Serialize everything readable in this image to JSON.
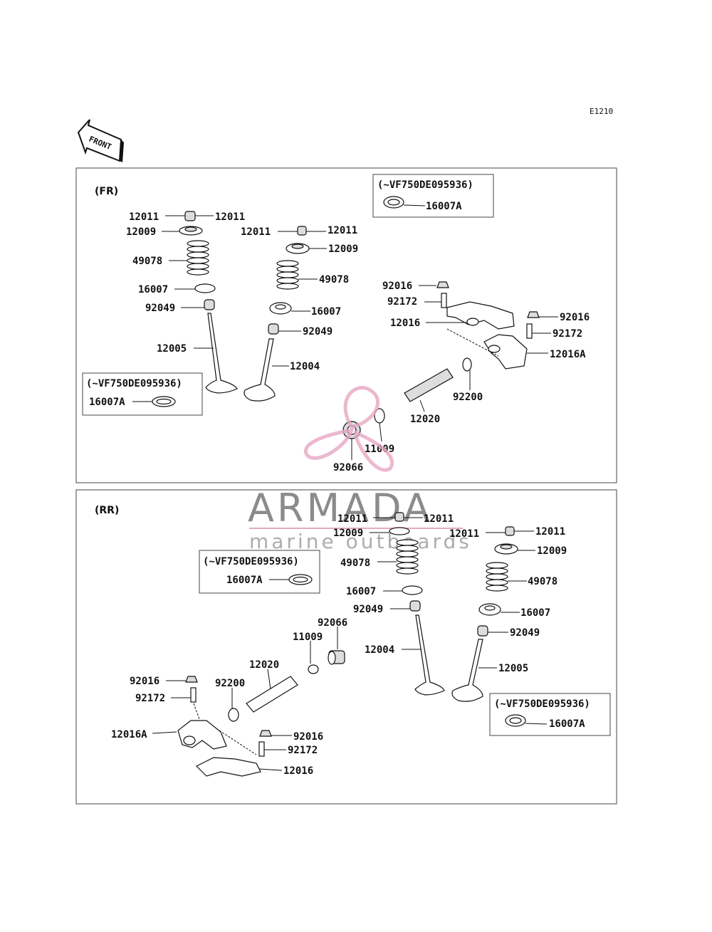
{
  "diagram_code": "E1210",
  "front_arrow_label": "FRONT",
  "watermark": {
    "brand": "ARMADA",
    "tagline": "marine outboards",
    "accent_color": "#e7a8c4"
  },
  "sections": {
    "fr": {
      "title": "(FR)",
      "labels": {
        "l12011a": "12011",
        "l12011b": "12011",
        "l12009a": "12009",
        "l49078a": "49078",
        "l16007a": "16007",
        "l92049a": "92049",
        "l12005": "12005",
        "l12011c": "12011",
        "l12011d": "12011",
        "l12009b": "12009",
        "l49078b": "49078",
        "l16007b": "16007",
        "l92049b": "92049",
        "l12004": "12004",
        "l92016a": "92016",
        "l92172a": "92172",
        "l12016": "12016",
        "l92016b": "92016",
        "l92172b": "92172",
        "l12016A": "12016A",
        "l92200": "92200",
        "l12020": "12020",
        "l11009": "11009",
        "l92066": "92066"
      },
      "notes": [
        {
          "condition": "(~VF750DE095936)",
          "part": "16007A"
        },
        {
          "condition": "(~VF750DE095936)",
          "part": "16007A"
        }
      ]
    },
    "rr": {
      "title": "(RR)",
      "labels": {
        "l12011a": "12011",
        "l12011b": "12011",
        "l12009a": "12009",
        "l49078a": "49078",
        "l16007a": "16007",
        "l92049a": "92049",
        "l12004": "12004",
        "l12011c": "12011",
        "l12011d": "12011",
        "l12009b": "12009",
        "l49078b": "49078",
        "l16007b": "16007",
        "l92049b": "92049",
        "l12005": "12005",
        "l92066": "92066",
        "l11009": "11009",
        "l12020": "12020",
        "l92200": "92200",
        "l92016a": "92016",
        "l92172a": "92172",
        "l12016A": "12016A",
        "l92016b": "92016",
        "l92172b": "92172",
        "l12016": "12016"
      },
      "notes": [
        {
          "condition": "(~VF750DE095936)",
          "part": "16007A"
        },
        {
          "condition": "(~VF750DE095936)",
          "part": "16007A"
        }
      ]
    }
  }
}
